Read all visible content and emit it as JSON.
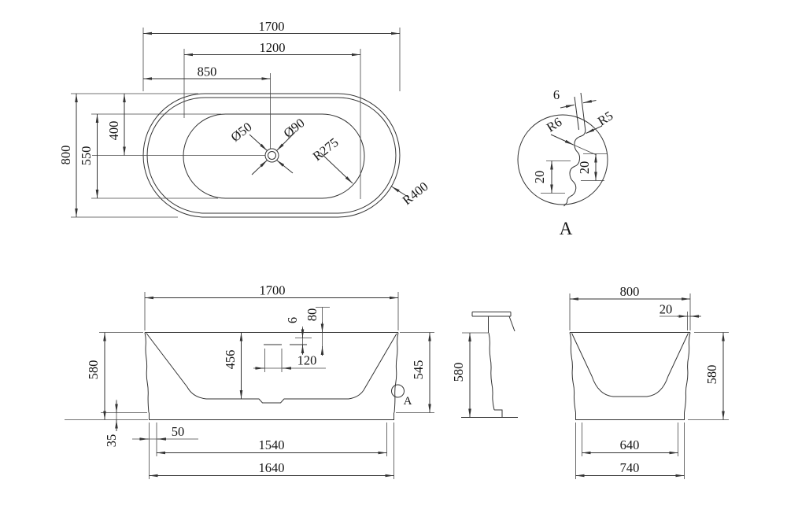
{
  "drawing": {
    "plan_view": {
      "overall_length": "1700",
      "inner_length": "1200",
      "drain_offset": "850",
      "overall_width": "800",
      "inner_width": "550",
      "center_offset": "400",
      "drain_diameter": "Ø50",
      "overflow_diameter": "Ø90",
      "inner_corner_radius": "R275",
      "outer_corner_radius": "R400"
    },
    "detail_view": {
      "label": "A",
      "wall_thickness": "6",
      "outer_radius": "R5",
      "inner_radius": "R6",
      "upper_length": "20",
      "lower_length": "20"
    },
    "front_view": {
      "overall_length": "1700",
      "overflow_height": "80",
      "slot_width": "6",
      "inner_depth": "456",
      "slot_length": "120",
      "overall_height": "580",
      "side_height": "545",
      "base_height": "35",
      "base_wall": "50",
      "base_inner_length": "1540",
      "base_outer_length": "1640",
      "detail_marker": "A"
    },
    "side_view": {
      "overall_width": "800",
      "rim_edge": "20",
      "left_height": "580",
      "right_height": "580",
      "base_inner_width": "640",
      "base_outer_width": "740"
    }
  }
}
